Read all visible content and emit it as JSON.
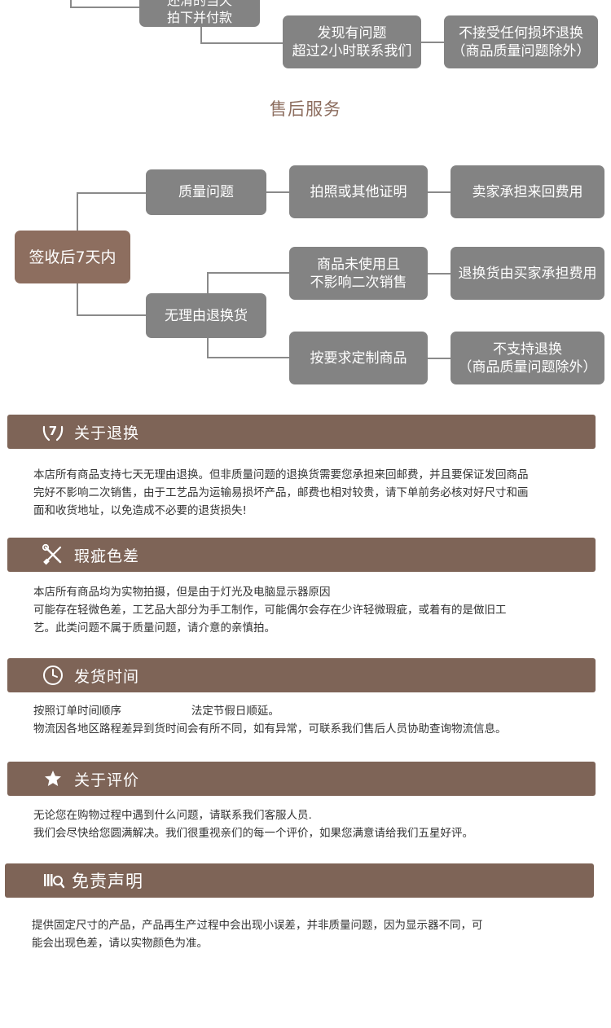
{
  "top_flow": {
    "cut_box_line1": "还清的当天",
    "cut_box_line2": "拍下并付款",
    "problem_box_line1": "发现有问题",
    "problem_box_line2": "超过2小时联系我们",
    "no_return_line1": "不接受任何损坏退换",
    "no_return_line2": "（商品质量问题除外）"
  },
  "service_title": "售后服务",
  "service_flow": {
    "root": "签收后7天内",
    "quality": "质量问题",
    "photo_proof": "拍照或其他证明",
    "seller_pays": "卖家承担来回费用",
    "no_reason": "无理由退换货",
    "unused_line1": "商品未使用且",
    "unused_line2": "不影响二次销售",
    "buyer_pays": "退换货由买家承担费用",
    "custom": "按要求定制商品",
    "no_support_line1": "不支持退换",
    "no_support_line2": "（商品质量问题除外）"
  },
  "sections": [
    {
      "title": "关于退换",
      "icon": "seven-days-hands-icon",
      "lines": [
        "本店所有商品支持七天无理由退换。但非质量问题的退换货需要您承担来回邮费，并且要保证发回商品",
        "完好不影响二次销售，由于工艺品为运输易损坏产品，邮费也相对较贵，请下单前务必核对好尺寸和画",
        "面和收货地址，以免造成不必要的退货损失!"
      ]
    },
    {
      "title": "瑕疵色差",
      "icon": "tools-icon",
      "lines": [
        "本店所有商品均为实物拍摄，但是由于灯光及电脑显示器原因",
        "可能存在轻微色差，工艺品大部分为手工制作，可能偶尔会存在少许轻微瑕疵，或着有的是做旧工",
        "艺。此类问题不属于质量问题，请介意的亲慎拍。"
      ]
    },
    {
      "title": "发货时间",
      "icon": "clock-icon",
      "lines": [
        "按照订单时间顺序                    法定节假日顺延。",
        "物流因各地区路程差异到货时间会有所不同，如有异常，可联系我们售后人员协助查询物流信息。"
      ]
    },
    {
      "title": "关于评价",
      "icon": "star-icon",
      "lines": [
        "无论您在购物过程中遇到什么问题，请联系我们客服人员.",
        "我们会尽快给您圆满解决。我们很重视亲们的每一个评价，如果您满意请给我们五星好评。"
      ]
    },
    {
      "title": "免责声明",
      "icon": "disclaimer-icon",
      "lines": [
        "提供固定尺寸的产品，产品再生产过程中会出现小误差，并非质量问题，因为显示器不同，可",
        "能会出现色差，请以实物颜色为准。"
      ]
    }
  ]
}
